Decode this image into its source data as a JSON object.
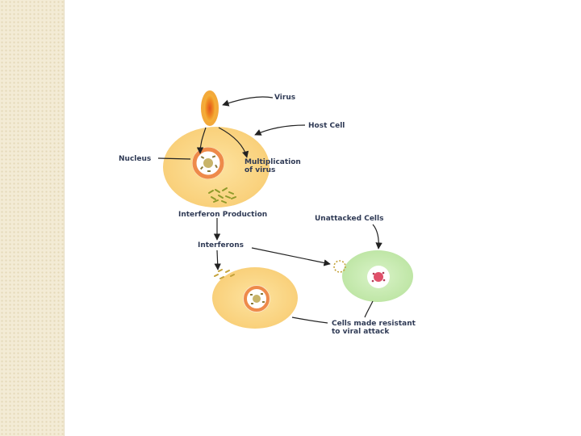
{
  "labels": {
    "virus": "Virus",
    "host_cell": "Host Cell",
    "nucleus": "Nucleus",
    "multiplication_line1": "Multiplication",
    "multiplication_line2": "of virus",
    "interferon_production": "Interferon Production",
    "unattacked_cells": "Unattacked Cells",
    "interferons": "Interferons",
    "resistant_line1": "Cells made resistant",
    "resistant_line2": "to viral attack"
  },
  "colors": {
    "cell_fill": "#fbd98a",
    "cell_edge": "#f6c565",
    "green_cell": "#c8ecb2",
    "nucleus_ring": "#ee8a4a",
    "virus_outer": "#f0a020",
    "virus_inner": "#e2531e",
    "arrow": "#222222",
    "text": "#2f3a55",
    "strip": "#f3ebd5"
  }
}
